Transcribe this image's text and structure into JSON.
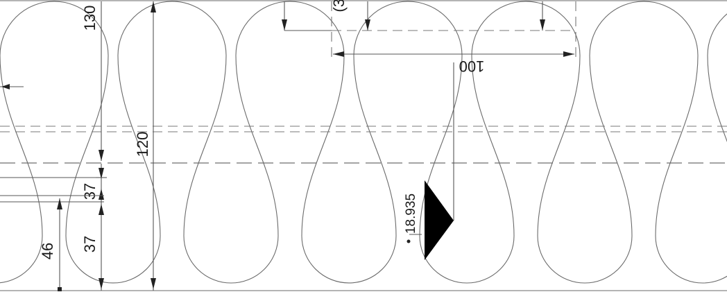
{
  "drawing": {
    "dimensions": {
      "height_130": "130",
      "height_120": "120",
      "gap_37_upper": "37",
      "gap_37_lower": "37",
      "depth_46": "46",
      "pitch_100": "100",
      "partial_top": "(3",
      "thickness_18935": "18.935"
    },
    "colors": {
      "line": "#6a6a6a",
      "text": "#1a1a1a",
      "marker": "#000000"
    },
    "icons": {
      "section_marker": "filled-triangle-icon"
    }
  }
}
